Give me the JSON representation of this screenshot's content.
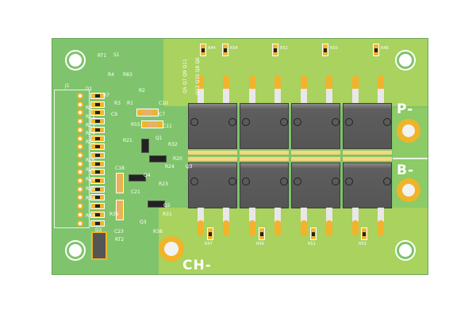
{
  "board": {
    "power_labels": {
      "p_minus": "P-",
      "b_minus": "B-",
      "ch_minus": "CH-"
    },
    "connector_label": "J1",
    "top_labels": [
      "RT1",
      "S1",
      "R4",
      "R83",
      "D1",
      "R2",
      "R7",
      "R3",
      "R1",
      "C10",
      "C9",
      "C7",
      "R9",
      "R11",
      "R13",
      "R14",
      "R15",
      "R55",
      "C11",
      "R21",
      "Q1",
      "R32",
      "Q5 Q7 Q9 Q11",
      "Q12 Q10 Q8 Q6"
    ],
    "bottom_labels": [
      "R26",
      "R28",
      "R29",
      "R30",
      "R34",
      "R35",
      "R48",
      "C18",
      "C21",
      "C23",
      "Q4",
      "Q3",
      "Q2",
      "R23",
      "R31",
      "R38",
      "R24",
      "R20",
      "Q3",
      "RT2",
      "D2"
    ],
    "gate_resistors_top": [
      "R44",
      "R54",
      "R52",
      "R50",
      "R46"
    ],
    "gate_resistors_bottom": [
      "R47",
      "R49",
      "R51",
      "R53"
    ],
    "colors": {
      "soldermask": "#7fc46c",
      "copper_pour": "#a9d25e",
      "pad": "#f0b429",
      "mosfet": "#555555"
    }
  }
}
